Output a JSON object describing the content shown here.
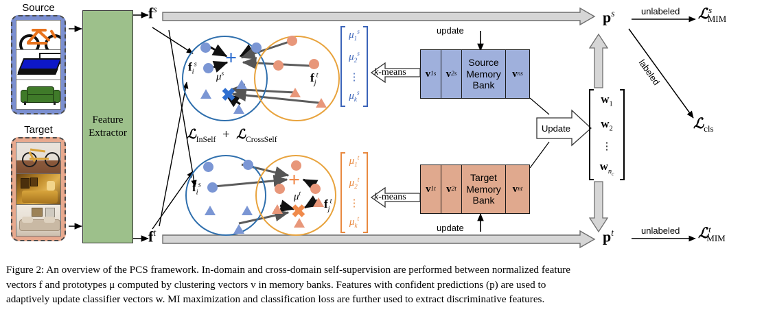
{
  "figure": {
    "caption_lines": [
      "Figure 2: An overview of the PCS framework. In-domain and cross-domain self-supervision are performed between normalized feature",
      "vectors f and prototypes μ computed by clustering vectors v in memory banks.  Features with confident predictions (p) are used to",
      "adaptively update classifier vectors w. MI maximization and classification loss are further used to extract discriminative features."
    ]
  },
  "panels": {
    "source": {
      "label": "Source",
      "border_color": "#7b8fd0",
      "cells": [
        "bicycle-clipart",
        "bed-clipart",
        "sofa-clipart"
      ]
    },
    "target": {
      "label": "Target",
      "border_color": "#e8a98e",
      "cells": [
        "bicycle-photo",
        "bedroom-photo",
        "livingroom-photo"
      ]
    }
  },
  "feature_extractor": {
    "line1": "Feature",
    "line2": "Extractor",
    "color": "#9dc08b"
  },
  "features": {
    "source": "f",
    "source_sup": "s",
    "target": "f",
    "target_sup": "t"
  },
  "clusters": {
    "source_row": {
      "blue_label": "f",
      "blue_sub": "i",
      "blue_sup": "s",
      "orange_label": "f",
      "orange_sub": "j",
      "orange_sup": "t",
      "proto_plus": "μ",
      "proto_plus_sup": "s",
      "proto_cross": "μ",
      "proto_cross_sup": "s",
      "proto_caption": "μˢ"
    },
    "target_row": {
      "blue_label": "f",
      "blue_sub": "i",
      "blue_sup": "s",
      "orange_label": "f",
      "orange_sub": "j",
      "orange_sup": "t",
      "proto_caption": "μᵗ"
    }
  },
  "losses": {
    "self_supervision": "L_InSelf + L_CrossSelf",
    "inself": "InSelf",
    "crossself": "CrossSelf",
    "mim_source": "MIM",
    "mim_target": "MIM",
    "cls": "cls"
  },
  "prototypes": {
    "source": {
      "items": [
        "μ1s",
        "μ2s",
        "μkS"
      ],
      "sym": "μ",
      "sup": "s",
      "subs": [
        "1",
        "2",
        "k"
      ],
      "color": "#3a63b8"
    },
    "target": {
      "items": [
        "μ1t",
        "μ2t",
        "μkt"
      ],
      "sym": "μ",
      "sup": "t",
      "subs": [
        "1",
        "2",
        "k"
      ],
      "color": "#e8893f"
    }
  },
  "kmeans": {
    "label": "k-means",
    "italic_k": "k",
    "rest": "-means"
  },
  "memory_banks": {
    "source": {
      "title_line1": "Source",
      "title_line2": "Memory",
      "title_line3": "Bank",
      "slots": [
        "v1s",
        "v2s",
        "vns"
      ],
      "slot_sym": "v",
      "slot_sup": "s",
      "slot_subs": [
        "1",
        "2",
        "n"
      ],
      "color": "#9fb0dc",
      "update_label": "update"
    },
    "target": {
      "title_line1": "Target",
      "title_line2": "Memory",
      "title_line3": "Bank",
      "slots": [
        "v1t",
        "v2t",
        "vnt"
      ],
      "slot_sym": "v",
      "slot_sup": "t",
      "slot_subs": [
        "1",
        "2",
        "n"
      ],
      "color": "#e0a98e",
      "update_label": "update"
    }
  },
  "update_block": {
    "label": "Update"
  },
  "classifier": {
    "sym": "w",
    "items": [
      "w1",
      "w2",
      "wnc"
    ],
    "subs": [
      "1",
      "2",
      "n_c"
    ],
    "sub_nc_base": "n",
    "sub_nc_sub": "c"
  },
  "predictions": {
    "source": "p",
    "source_sup": "s",
    "target": "p",
    "target_sup": "t"
  },
  "edge_labels": {
    "unlabeled_top": "unlabeled",
    "unlabeled_bottom": "unlabeled",
    "labeled": "labeled"
  },
  "vdots": "⋮"
}
